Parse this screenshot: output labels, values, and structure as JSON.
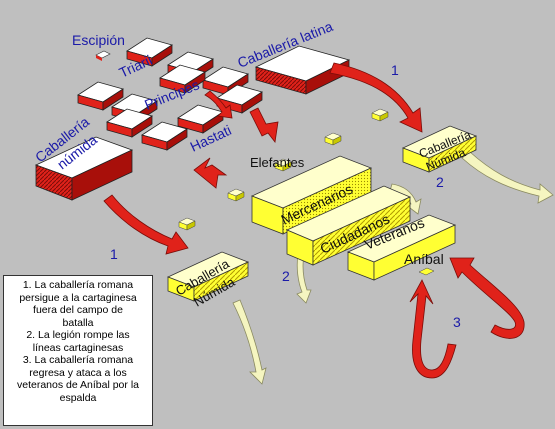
{
  "labels": {
    "escipion": "Escipión",
    "triarii": "Triarii",
    "principes": "Principes",
    "hastati": "Hastati",
    "caballeria_latina": "Caballería latina",
    "caballeria_numida_roman_1": "Caballería",
    "caballeria_numida_roman_2": "númida",
    "elefantes": "Elefantes",
    "mercenarios": "Mercenarios",
    "ciudadanos": "Ciudadanos",
    "veteranos": "Veteranos",
    "anibal": "Aníbal",
    "numida_right_1": "Caballería",
    "numida_right_2": "Númida",
    "numida_left_1": "Caballería",
    "numida_left_2": "Númida"
  },
  "step_numbers": {
    "n1_top": "1",
    "n1_left": "1",
    "n2_right": "2",
    "n2_left": "2",
    "n3": "3"
  },
  "legend": [
    "1. La caballería romana",
    "persigue a la cartaginesa",
    "fuera del campo de",
    "batalla",
    "2. La legión rompe las",
    "líneas cartaginesas",
    "3. La caballería romana",
    "regresa y ataca a los",
    "veteranos de Aníbal por la",
    "espalda"
  ],
  "colors": {
    "background": "#bfbfbf",
    "roman_red": "#e0221a",
    "carthage_yellow": "#ffff33",
    "pale_arrow": "#f5f5c0",
    "label_blue": "#1a1aa8"
  }
}
